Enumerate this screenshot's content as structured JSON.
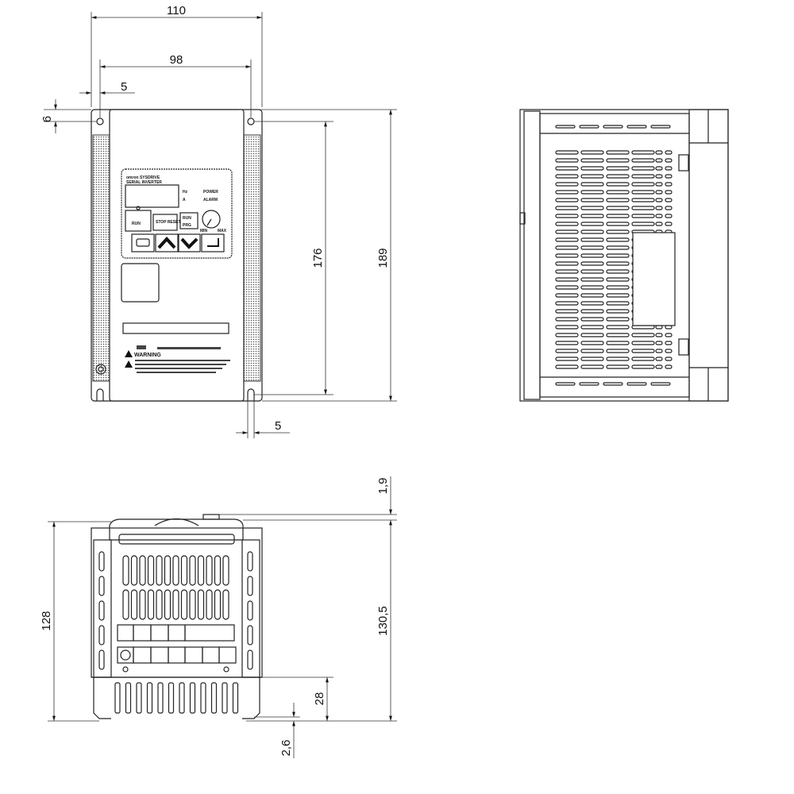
{
  "dimensions": {
    "front_width": "110",
    "hole_spacing_width": "98",
    "hole_offset_left": "5",
    "hole_offset_top": "6",
    "hole_spacing_height": "176",
    "front_height": "189",
    "hole_offset_bottom": "5",
    "top_protrusion": "1,9",
    "depth_total": "130,5",
    "depth_body": "128",
    "heatsink_height": "28",
    "foot_thickness": "2,6"
  },
  "panel": {
    "brand": "omron SYSDRIVE",
    "subtitle": "SERIAL INVERTER",
    "hz": "Hz",
    "a": "A",
    "power": "POWER",
    "alarm": "ALARM",
    "run_button": "RUN",
    "stop_button": "STOP RESET",
    "run_led": "RUN",
    "prg_led": "PRG",
    "min": "MIN",
    "max": "MAX",
    "warning": "WARNING"
  },
  "colors": {
    "line": "#222222",
    "background": "#ffffff"
  }
}
